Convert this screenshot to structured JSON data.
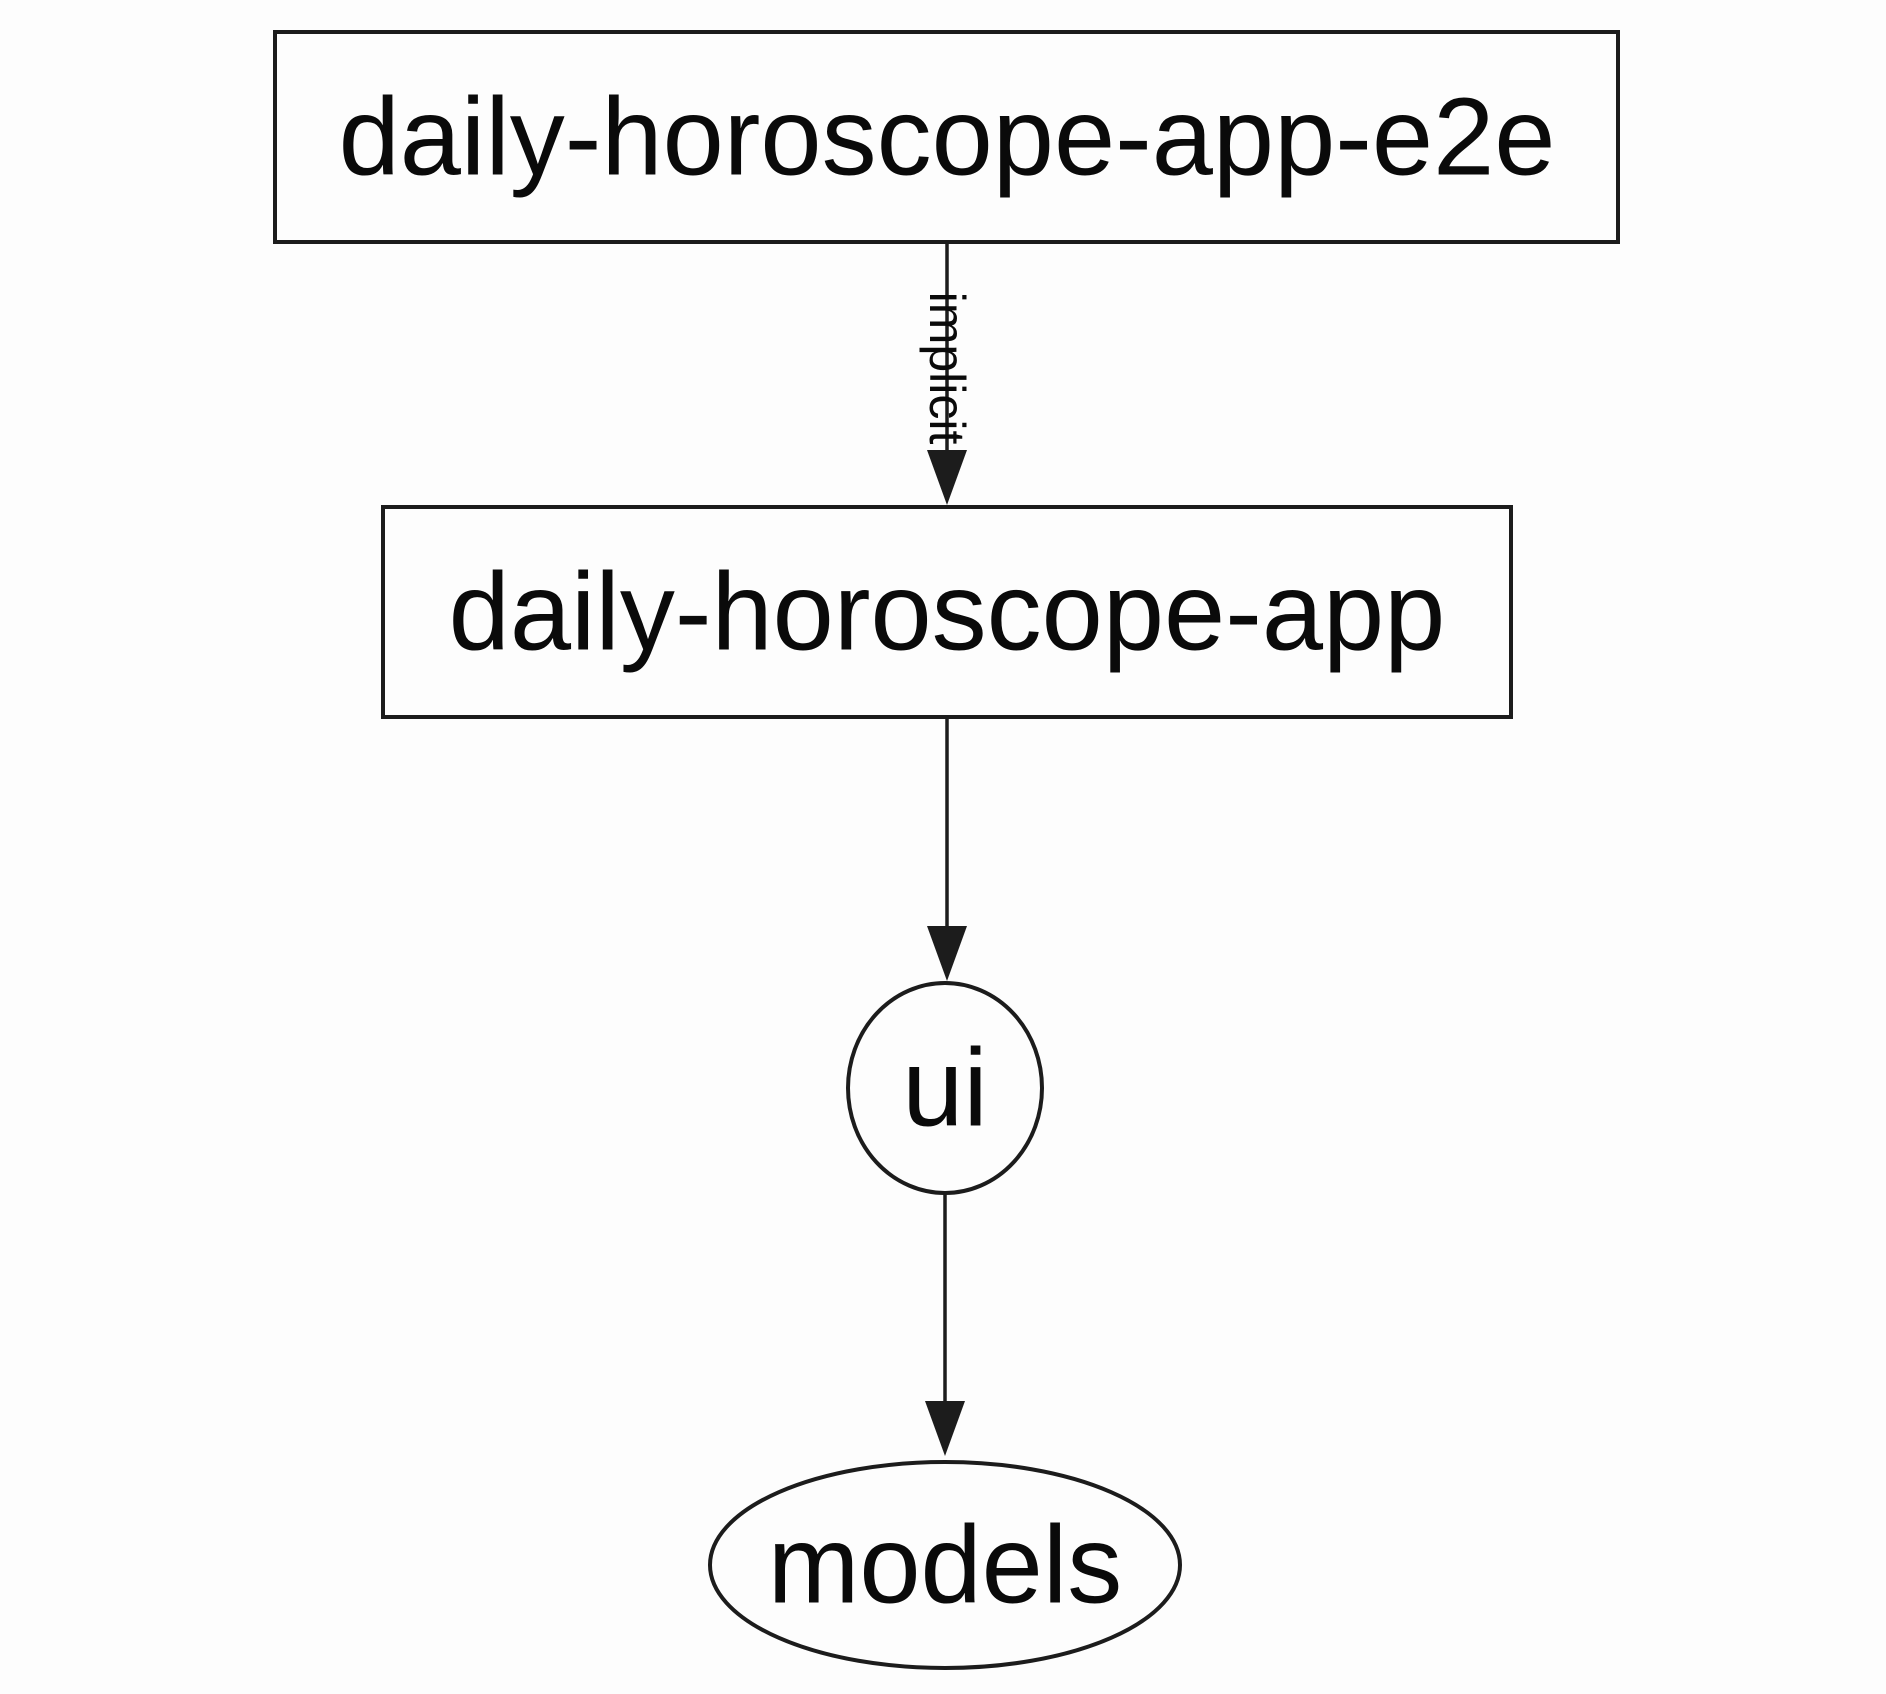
{
  "diagram": {
    "type": "dependency-graph",
    "background_color": "#fdfdfd",
    "stroke_color": "#1c1c1c",
    "text_color": "#0a0a0a",
    "nodes": [
      {
        "id": "daily-horoscope-app-e2e",
        "label": "daily-horoscope-app-e2e",
        "shape": "rectangle"
      },
      {
        "id": "daily-horoscope-app",
        "label": "daily-horoscope-app",
        "shape": "rectangle"
      },
      {
        "id": "ui",
        "label": "ui",
        "shape": "ellipse"
      },
      {
        "id": "models",
        "label": "models",
        "shape": "ellipse"
      }
    ],
    "edges": [
      {
        "from": "daily-horoscope-app-e2e",
        "to": "daily-horoscope-app",
        "label": "implicit",
        "style": "solid-arrow"
      },
      {
        "from": "daily-horoscope-app",
        "to": "ui",
        "label": "",
        "style": "solid-arrow"
      },
      {
        "from": "ui",
        "to": "models",
        "label": "",
        "style": "solid-arrow"
      }
    ]
  }
}
